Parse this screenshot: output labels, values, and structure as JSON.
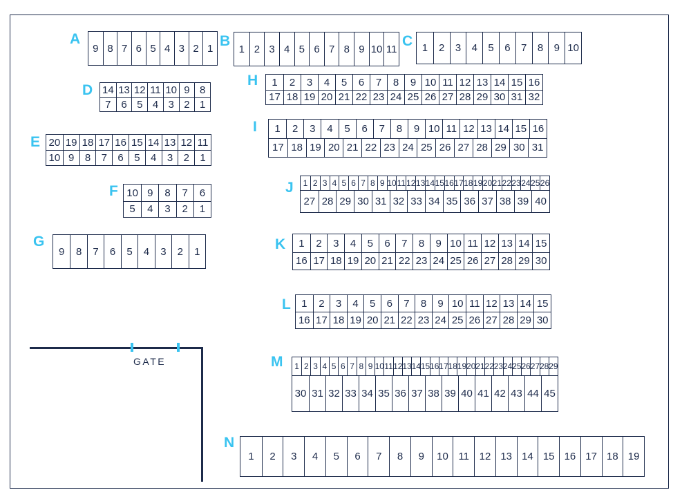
{
  "gate": {
    "label": "GATE"
  },
  "colors": {
    "section_label": "#39c3f0",
    "lines": "#1c2a4a"
  },
  "sections": [
    {
      "id": "A",
      "label": "A",
      "rows": [
        [
          "9",
          "8",
          "7",
          "6",
          "5",
          "4",
          "3",
          "2",
          "1"
        ]
      ]
    },
    {
      "id": "B",
      "label": "B",
      "rows": [
        [
          "1",
          "2",
          "3",
          "4",
          "5",
          "6",
          "7",
          "8",
          "9",
          "10",
          "11"
        ]
      ]
    },
    {
      "id": "C",
      "label": "C",
      "rows": [
        [
          "1",
          "2",
          "3",
          "4",
          "5",
          "6",
          "7",
          "8",
          "9",
          "10"
        ]
      ]
    },
    {
      "id": "D",
      "label": "D",
      "rows": [
        [
          "14",
          "13",
          "12",
          "11",
          "10",
          "9",
          "8"
        ],
        [
          "7",
          "6",
          "5",
          "4",
          "3",
          "2",
          "1"
        ]
      ]
    },
    {
      "id": "E",
      "label": "E",
      "rows": [
        [
          "20",
          "19",
          "18",
          "17",
          "16",
          "15",
          "14",
          "13",
          "12",
          "11"
        ],
        [
          "10",
          "9",
          "8",
          "7",
          "6",
          "5",
          "4",
          "3",
          "2",
          "1"
        ]
      ]
    },
    {
      "id": "F",
      "label": "F",
      "rows": [
        [
          "10",
          "9",
          "8",
          "7",
          "6"
        ],
        [
          "5",
          "4",
          "3",
          "2",
          "1"
        ]
      ]
    },
    {
      "id": "G",
      "label": "G",
      "rows": [
        [
          "9",
          "8",
          "7",
          "6",
          "5",
          "4",
          "3",
          "2",
          "1"
        ]
      ]
    },
    {
      "id": "H",
      "label": "H",
      "rows": [
        [
          "1",
          "2",
          "3",
          "4",
          "5",
          "6",
          "7",
          "8",
          "9",
          "10",
          "11",
          "12",
          "13",
          "14",
          "15",
          "16"
        ],
        [
          "17",
          "18",
          "19",
          "20",
          "21",
          "22",
          "23",
          "24",
          "25",
          "26",
          "27",
          "28",
          "29",
          "30",
          "31",
          "32"
        ]
      ]
    },
    {
      "id": "I",
      "label": "I",
      "rows": [
        [
          "1",
          "2",
          "3",
          "4",
          "5",
          "6",
          "7",
          "8",
          "9",
          "10",
          "11",
          "12",
          "13",
          "14",
          "15",
          "16"
        ],
        [
          "17",
          "18",
          "19",
          "20",
          "21",
          "22",
          "23",
          "24",
          "25",
          "26",
          "27",
          "28",
          "29",
          "30",
          "31"
        ]
      ]
    },
    {
      "id": "J",
      "label": "J",
      "rows": [
        [
          "1",
          "2",
          "3",
          "4",
          "5",
          "6",
          "7",
          "8",
          "9",
          "10",
          "11",
          "12",
          "13",
          "14",
          "15",
          "16",
          "17",
          "18",
          "19",
          "20",
          "21",
          "22",
          "23",
          "24",
          "25",
          "26"
        ],
        [
          "27",
          "28",
          "29",
          "30",
          "31",
          "32",
          "33",
          "34",
          "35",
          "36",
          "37",
          "38",
          "39",
          "40"
        ]
      ]
    },
    {
      "id": "K",
      "label": "K",
      "rows": [
        [
          "1",
          "2",
          "3",
          "4",
          "5",
          "6",
          "7",
          "8",
          "9",
          "10",
          "11",
          "12",
          "13",
          "14",
          "15"
        ],
        [
          "16",
          "17",
          "18",
          "19",
          "20",
          "21",
          "22",
          "23",
          "24",
          "25",
          "26",
          "27",
          "28",
          "29",
          "30"
        ]
      ]
    },
    {
      "id": "L",
      "label": "L",
      "rows": [
        [
          "1",
          "2",
          "3",
          "4",
          "5",
          "6",
          "7",
          "8",
          "9",
          "10",
          "11",
          "12",
          "13",
          "14",
          "15"
        ],
        [
          "16",
          "17",
          "18",
          "19",
          "20",
          "21",
          "22",
          "23",
          "24",
          "25",
          "26",
          "27",
          "28",
          "29",
          "30"
        ]
      ]
    },
    {
      "id": "M",
      "label": "M",
      "rows": [
        [
          "1",
          "2",
          "3",
          "4",
          "5",
          "6",
          "7",
          "8",
          "9",
          "10",
          "11",
          "12",
          "13",
          "14",
          "15",
          "16",
          "17",
          "18",
          "19",
          "20",
          "21",
          "22",
          "23",
          "24",
          "25",
          "26",
          "27",
          "28",
          "29"
        ],
        [
          "30",
          "31",
          "32",
          "33",
          "34",
          "35",
          "36",
          "37",
          "38",
          "39",
          "40",
          "41",
          "42",
          "43",
          "44",
          "45"
        ]
      ]
    },
    {
      "id": "N",
      "label": "N",
      "rows": [
        [
          "1",
          "2",
          "3",
          "4",
          "5",
          "6",
          "7",
          "8",
          "9",
          "10",
          "11",
          "12",
          "13",
          "14",
          "15",
          "16",
          "17",
          "18",
          "19"
        ]
      ]
    }
  ]
}
